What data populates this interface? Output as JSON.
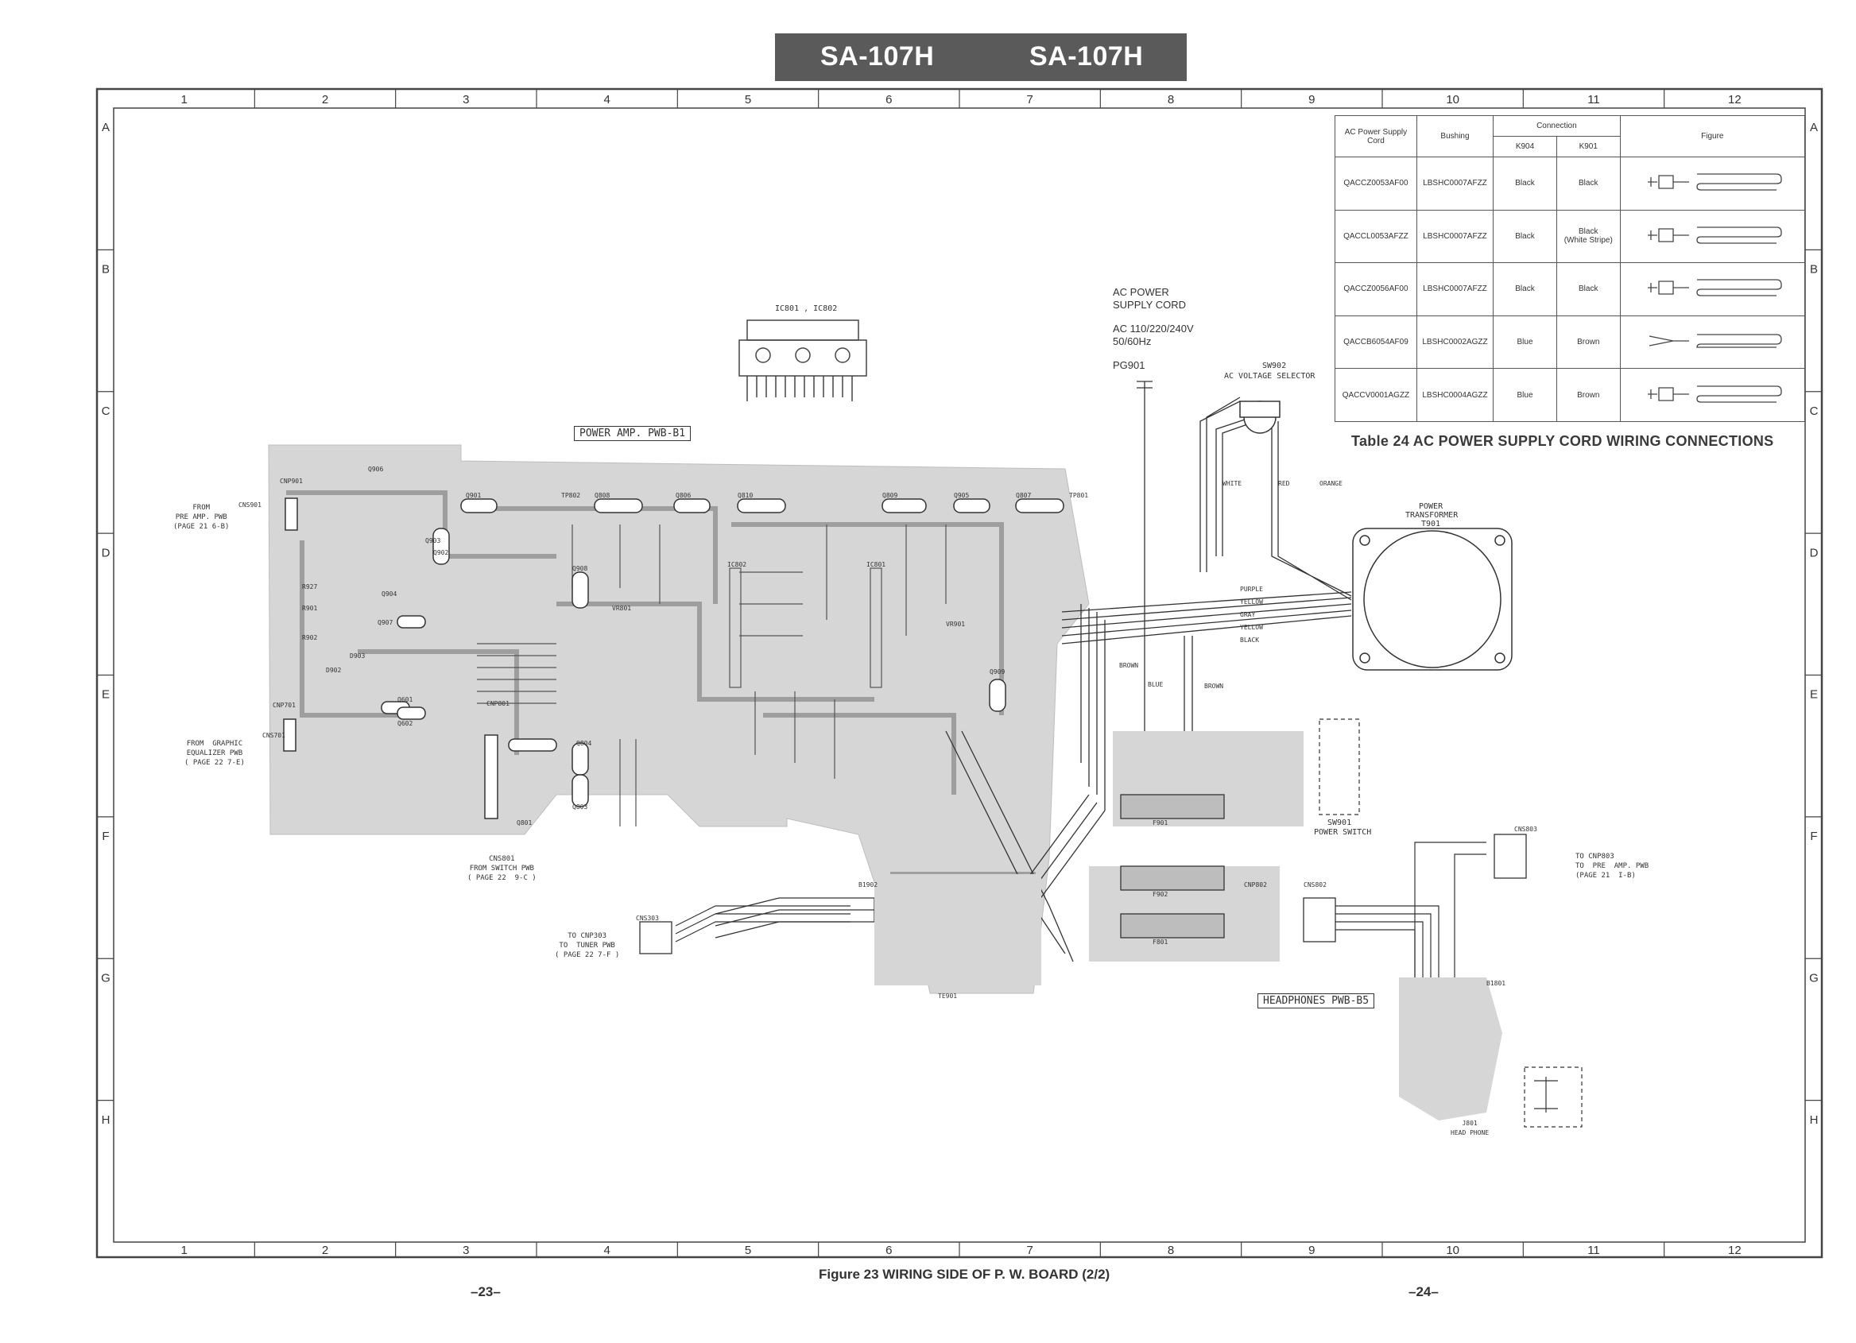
{
  "header": {
    "model_left": "SA-107H",
    "model_right": "SA-107H"
  },
  "grid": {
    "columns": [
      "1",
      "2",
      "3",
      "4",
      "5",
      "6",
      "7",
      "8",
      "9",
      "10",
      "11",
      "12"
    ],
    "rows": [
      "A",
      "B",
      "C",
      "D",
      "E",
      "F",
      "G",
      "H"
    ]
  },
  "caption": "Figure 23  WIRING SIDE OF P. W. BOARD (2/2)",
  "page_numbers": {
    "left": "–23–",
    "right": "–24–"
  },
  "boards": {
    "power_amp": "POWER AMP. PWB-B1",
    "headphones": "HEADPHONES PWB-B5",
    "ic_label": "IC801 , IC802"
  },
  "ac_cord": {
    "title_1": "AC POWER",
    "title_2": "SUPPLY CORD",
    "voltage": "AC 110/220/240V",
    "freq": "50/60Hz",
    "ref": "PG901",
    "sw902": "SW902",
    "selector": "AC VOLTAGE SELECTOR",
    "transformer_1": "POWER",
    "transformer_2": "TRANSFORMER",
    "transformer_3": "T901",
    "power_switch_ref": "SW901",
    "power_switch": "POWER SWITCH"
  },
  "wire_colors": [
    "PURPLE",
    "YELLOW",
    "GRAY",
    "YELLOW",
    "BLACK",
    "WHITE",
    "RED",
    "ORANGE",
    "BROWN",
    "BLUE",
    "BROWN"
  ],
  "connections": {
    "from_pre_amp": "FROM\nPRE AMP. PWB\n(PAGE 21 6-B)",
    "from_graphic": "FROM  GRAPHIC\nEQUALIZER PWB\n( PAGE 22 7-E)",
    "from_switch": "CNS801\nFROM SWITCH PWB\n( PAGE 22  9-C )",
    "to_tuner": "TO CNP303\nTO  TUNER PWB\n( PAGE 22 7-F )",
    "to_pre_amp": "TO CNP803\nTO  PRE  AMP. PWB\n(PAGE 21  I-B)",
    "head_phone": "J801\nHEAD PHONE"
  },
  "table": {
    "title": "Table 24 AC POWER SUPPLY CORD WIRING CONNECTIONS",
    "headers": {
      "cord": "AC Power Supply Cord",
      "bushing": "Bushing",
      "connection": "Connection",
      "k904": "K904",
      "k901": "K901",
      "figure": "Figure"
    },
    "rows": [
      {
        "cord": "QACCZ0053AF00",
        "bushing": "LBSHC0007AFZZ",
        "k904": "Black",
        "k901": "Black"
      },
      {
        "cord": "QACCL0053AFZZ",
        "bushing": "LBSHC0007AFZZ",
        "k904": "Black",
        "k901": "Black\n(White Stripe)"
      },
      {
        "cord": "QACCZ0056AF00",
        "bushing": "LBSHC0007AFZZ",
        "k904": "Black",
        "k901": "Black"
      },
      {
        "cord": "QACCB6054AF09",
        "bushing": "LBSHC0002AGZZ",
        "k904": "Blue",
        "k901": "Brown"
      },
      {
        "cord": "QACCV0001AGZZ",
        "bushing": "LBSHC0004AGZZ",
        "k904": "Blue",
        "k901": "Brown"
      }
    ]
  },
  "component_labels": [
    "CNP901",
    "CNS901",
    "Q906",
    "Q901",
    "TP802",
    "Q808",
    "Q806",
    "Q810",
    "Q809",
    "Q905",
    "Q807",
    "TP801",
    "Q902",
    "Q903",
    "Q904",
    "Q907",
    "IC802",
    "IC801",
    "Q908",
    "Q909",
    "CNP701",
    "CNS701",
    "Q601",
    "Q602",
    "CNP801",
    "Q801",
    "Q803",
    "Q804",
    "B1902",
    "TE901",
    "F901",
    "F902",
    "F801",
    "CNP802",
    "CNS802",
    "CNS803",
    "B1801",
    "CNS303",
    "R927",
    "R901",
    "R902",
    "D902",
    "D903",
    "VR801",
    "VR901",
    "SW902"
  ]
}
